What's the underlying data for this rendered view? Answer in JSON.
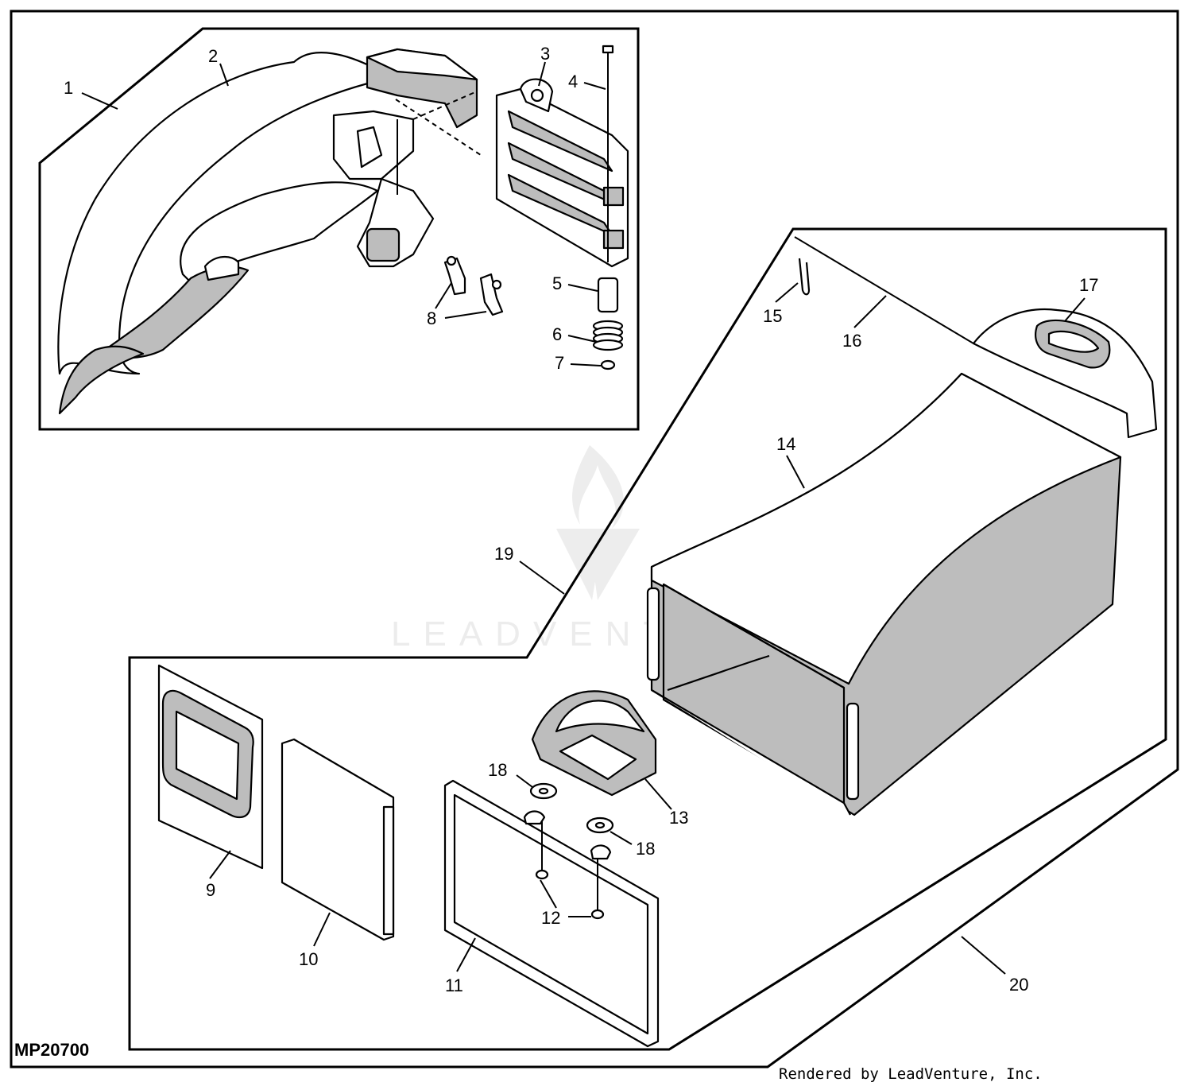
{
  "figure_id": "MP20700",
  "credit": "Rendered by LeadVenture, Inc.",
  "watermark": "LEADVENTURE",
  "callouts": [
    "1",
    "2",
    "3",
    "4",
    "5",
    "6",
    "7",
    "8",
    "9",
    "10",
    "11",
    "12",
    "13",
    "14",
    "15",
    "16",
    "17",
    "18",
    "18",
    "19",
    "20"
  ]
}
